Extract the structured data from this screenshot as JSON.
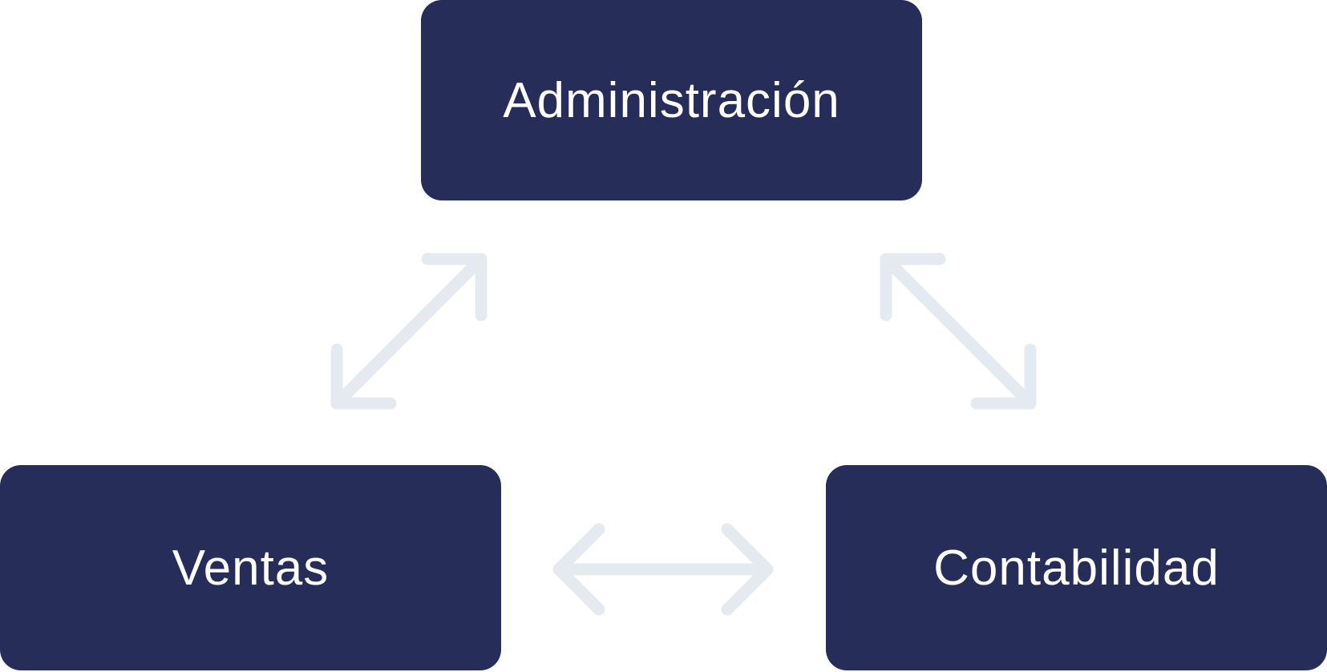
{
  "nodes": {
    "admin": {
      "label": "Administración"
    },
    "ventas": {
      "label": "Ventas"
    },
    "contabilidad": {
      "label": "Contabilidad"
    }
  },
  "edges": [
    {
      "from": "ventas",
      "to": "admin",
      "direction": "both"
    },
    {
      "from": "admin",
      "to": "contabilidad",
      "direction": "both"
    },
    {
      "from": "ventas",
      "to": "contabilidad",
      "direction": "both"
    }
  ],
  "colors": {
    "box_fill": "#262d59",
    "box_text": "#ffffff",
    "arrow": "#e5e9f0",
    "background": "#ffffff"
  }
}
